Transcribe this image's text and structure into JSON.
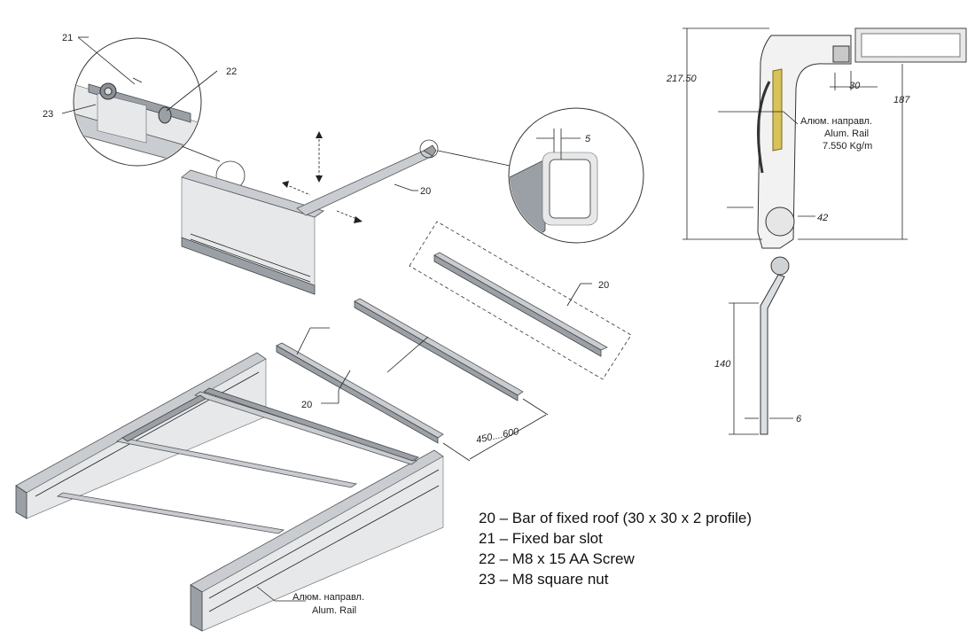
{
  "callouts": {
    "detail_21": "21",
    "detail_22": "22",
    "detail_23": "23",
    "bar_20_top": "20",
    "bar_20_dashed": "20",
    "bar_20_lower": "20",
    "dim_5": "5",
    "span_range": "450....600"
  },
  "section": {
    "dim_217_50": "217.50",
    "dim_187": "187",
    "dim_30": "30",
    "dim_42": "42",
    "dim_140": "140",
    "dim_6": "6",
    "rail_note_line1": "Алюм. направл.",
    "rail_note_line2": "Alum. Rail",
    "rail_note_line3": "7.550 Kg/m"
  },
  "lower_rail_note": {
    "line1": "Алюм. направл.",
    "line2": "Alum. Rail"
  },
  "legend": [
    "20 – Bar of fixed roof (30 x 30 x 2 profile)",
    "21 – Fixed bar slot",
    "22 – M8 x 15 AA Screw",
    "23 – M8 square nut"
  ]
}
